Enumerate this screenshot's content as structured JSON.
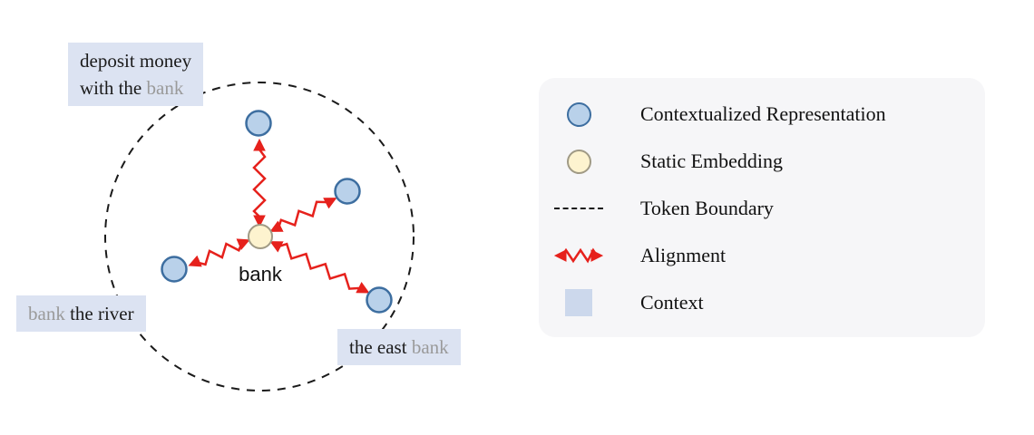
{
  "diagram": {
    "center_word": "bank",
    "contexts": {
      "top": {
        "line1": "deposit money",
        "line2_pre": "with the ",
        "keyword": "bank"
      },
      "left": {
        "keyword": "bank",
        "post": " the river"
      },
      "right": {
        "pre": "the east ",
        "keyword": "bank"
      }
    }
  },
  "legend": {
    "items": [
      {
        "label": "Contextualized Representation"
      },
      {
        "label": "Static Embedding"
      },
      {
        "label": "Token Boundary"
      },
      {
        "label": "Alignment"
      },
      {
        "label": "Context"
      }
    ]
  },
  "colors": {
    "contextual_fill": "#b9d1ea",
    "contextual_stroke": "#3d6ea0",
    "static_fill": "#fdf3cf",
    "static_stroke": "#a09a85",
    "alignment_red": "#e6211c",
    "context_bg": "#dce3f2",
    "keyword_gray": "#9a9a9a",
    "legend_bg": "#f6f6f8",
    "boundary_black": "#1a1a1a"
  }
}
